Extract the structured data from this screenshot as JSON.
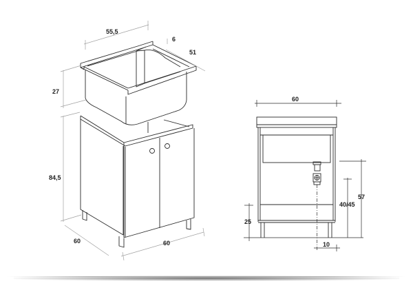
{
  "figure": {
    "subject": "Utility sink with two-door base cabinet – technical dimension drawing",
    "isometric_view": {
      "dimensions": {
        "sink_width": "55,5",
        "sink_backsplash": "6",
        "sink_depth": "51",
        "sink_height": "27",
        "cabinet_height": "84,5",
        "cabinet_depth": "60",
        "cabinet_width": "60"
      }
    },
    "front_view": {
      "dimensions": {
        "overall_width": "60",
        "drain_height": "57",
        "outlet_height": "40/45",
        "shelf_height": "25",
        "drain_offset": "10"
      }
    }
  },
  "colors": {
    "line": "#2a2a2a",
    "dim_line": "#9a9a9a",
    "background": "#ffffff"
  }
}
